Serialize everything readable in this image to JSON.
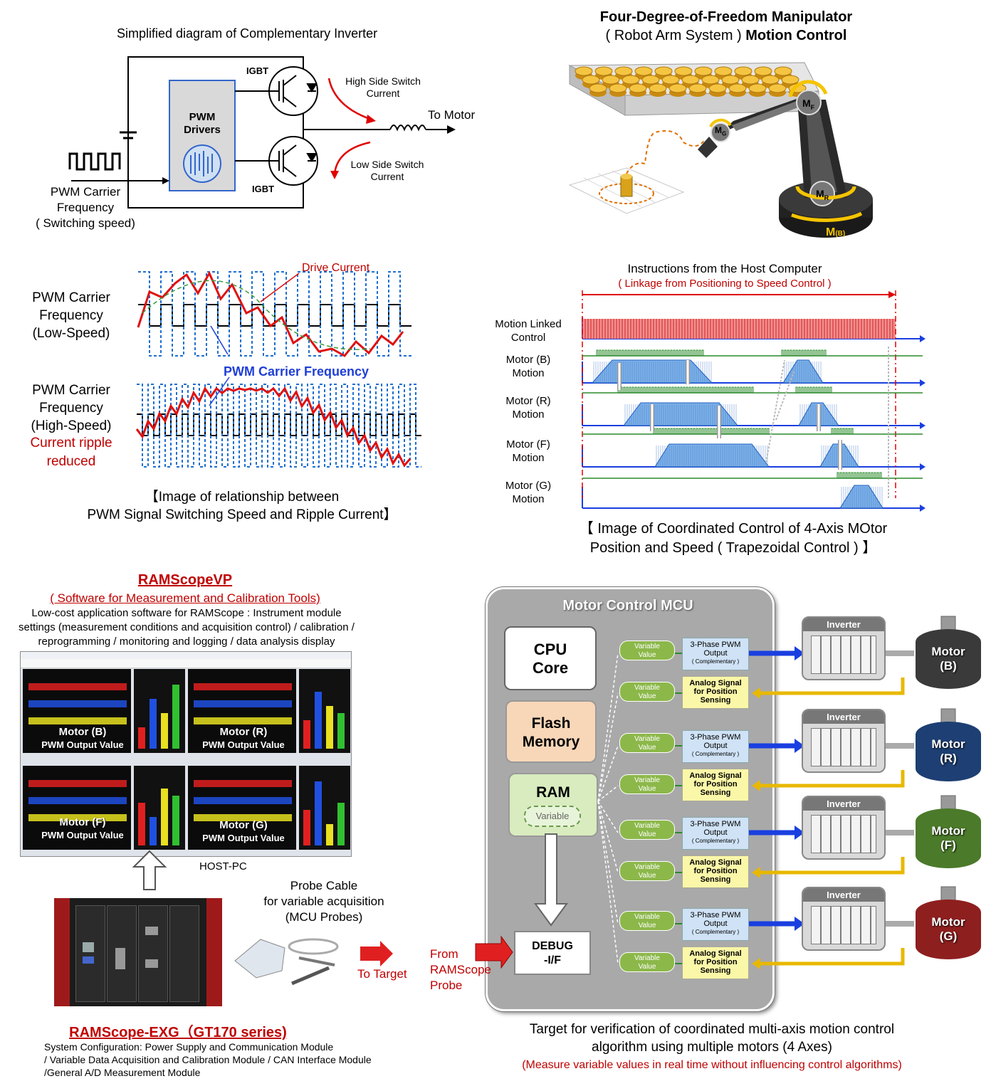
{
  "inverter_diagram": {
    "title": "Simplified diagram of Complementary Inverter",
    "pwm_drivers": "PWM\nDrivers",
    "igbt_top": "IGBT",
    "igbt_bottom": "IGBT",
    "high_side": "High Side Switch\nCurrent",
    "low_side": "Low Side Switch\nCurrent",
    "to_motor": "To Motor",
    "carrier_label": "PWM Carrier\nFrequency\n( Switching speed)"
  },
  "manipulator": {
    "title_line1": "Four-Degree-of-Freedom Manipulator",
    "title_line2_a": "( Robot Arm System )",
    "title_line2_b": " Motion Control",
    "m_f": "M",
    "m_f_sub": "F",
    "m_g": "M",
    "m_g_sub": "G",
    "m_r": "M",
    "m_r_sub": "R",
    "m_b": "M",
    "m_b_sub": "(B)"
  },
  "ripple": {
    "low_label": "PWM Carrier\nFrequency\n(Low-Speed)",
    "high_label": "PWM Carrier\nFrequency\n(High-Speed)",
    "ripple_reduced": "Current ripple\nreduced",
    "drive_current": "Drive Current",
    "pwm_carrier_freq": "PWM Carrier Frequency",
    "caption": "【Image of relationship between\nPWM Signal Switching Speed and Ripple Current】"
  },
  "timing": {
    "instructions": "Instructions from the Host Computer",
    "linkage": "( Linkage from Positioning to Speed Control )",
    "rows": [
      {
        "label": "Motion Linked\nControl"
      },
      {
        "label": "Motor (B)\nMotion"
      },
      {
        "label": "Motor (R)\nMotion"
      },
      {
        "label": "Motor (F)\nMotion"
      },
      {
        "label": "Motor (G)\nMotion"
      }
    ],
    "caption": "【 Image of Coordinated Control of 4-Axis MOtor\nPosition and Speed ( Trapezoidal Control ) 】"
  },
  "ramscope": {
    "title": "RAMScopeVP",
    "subtitle": "( Software for Measurement and Calibration Tools)",
    "description": "Low-cost application software for RAMScope : Instrument module\nsettings (measurement conditions and acquisition control) / calibration /\nreprogramming / monitoring and logging / data analysis display",
    "screens": [
      {
        "motor": "Motor (B)",
        "value": "PWM Output Value"
      },
      {
        "motor": "Motor (R)",
        "value": "PWM Output Value"
      },
      {
        "motor": "Motor (F)",
        "value": "PWM Output Value"
      },
      {
        "motor": "Motor (G)",
        "value": "PWM Output Value"
      }
    ],
    "host_pc": "HOST-PC",
    "probe_cable": "Probe Cable\nfor variable acquisition\n(MCU Probes)",
    "to_target": "To Target",
    "exg_title": "RAMScope-EXG（GT170 series)",
    "exg_desc": "System Configuration: Power Supply and Communication Module\n/ Variable Data Acquisition and Calibration Module / CAN Interface Module\n/General A/D Measurement Module"
  },
  "mcu": {
    "title": "Motor Control MCU",
    "cpu": "CPU\nCore",
    "flash": "Flash\nMemory",
    "ram": "RAM",
    "variable": "Variable",
    "debug": "DEBUG\n-I/F",
    "from_probe": "From\nRAMScope\nProbe",
    "channels": [
      {
        "motor": "Motor",
        "axis": "(B)",
        "color": "#3a3a3a"
      },
      {
        "motor": "Motor",
        "axis": "(R)",
        "color": "#1d3f73"
      },
      {
        "motor": "Motor",
        "axis": "(F)",
        "color": "#4b7a2a"
      },
      {
        "motor": "Motor",
        "axis": "(G)",
        "color": "#8e1f1f"
      }
    ],
    "var_value": "Variable\nValue",
    "pwm_out": "3-Phase PWM\nOutput",
    "pwm_sub": "( Complementary )",
    "analog": "Analog Signal\nfor Position\nSensing",
    "inverter": "Inverter",
    "caption_line1": "Target for verification of coordinated multi-axis motion control",
    "caption_line2": "algorithm using multiple motors (4 Axes)",
    "caption_red": "(Measure variable values in real time without influencing control algorithms)"
  }
}
